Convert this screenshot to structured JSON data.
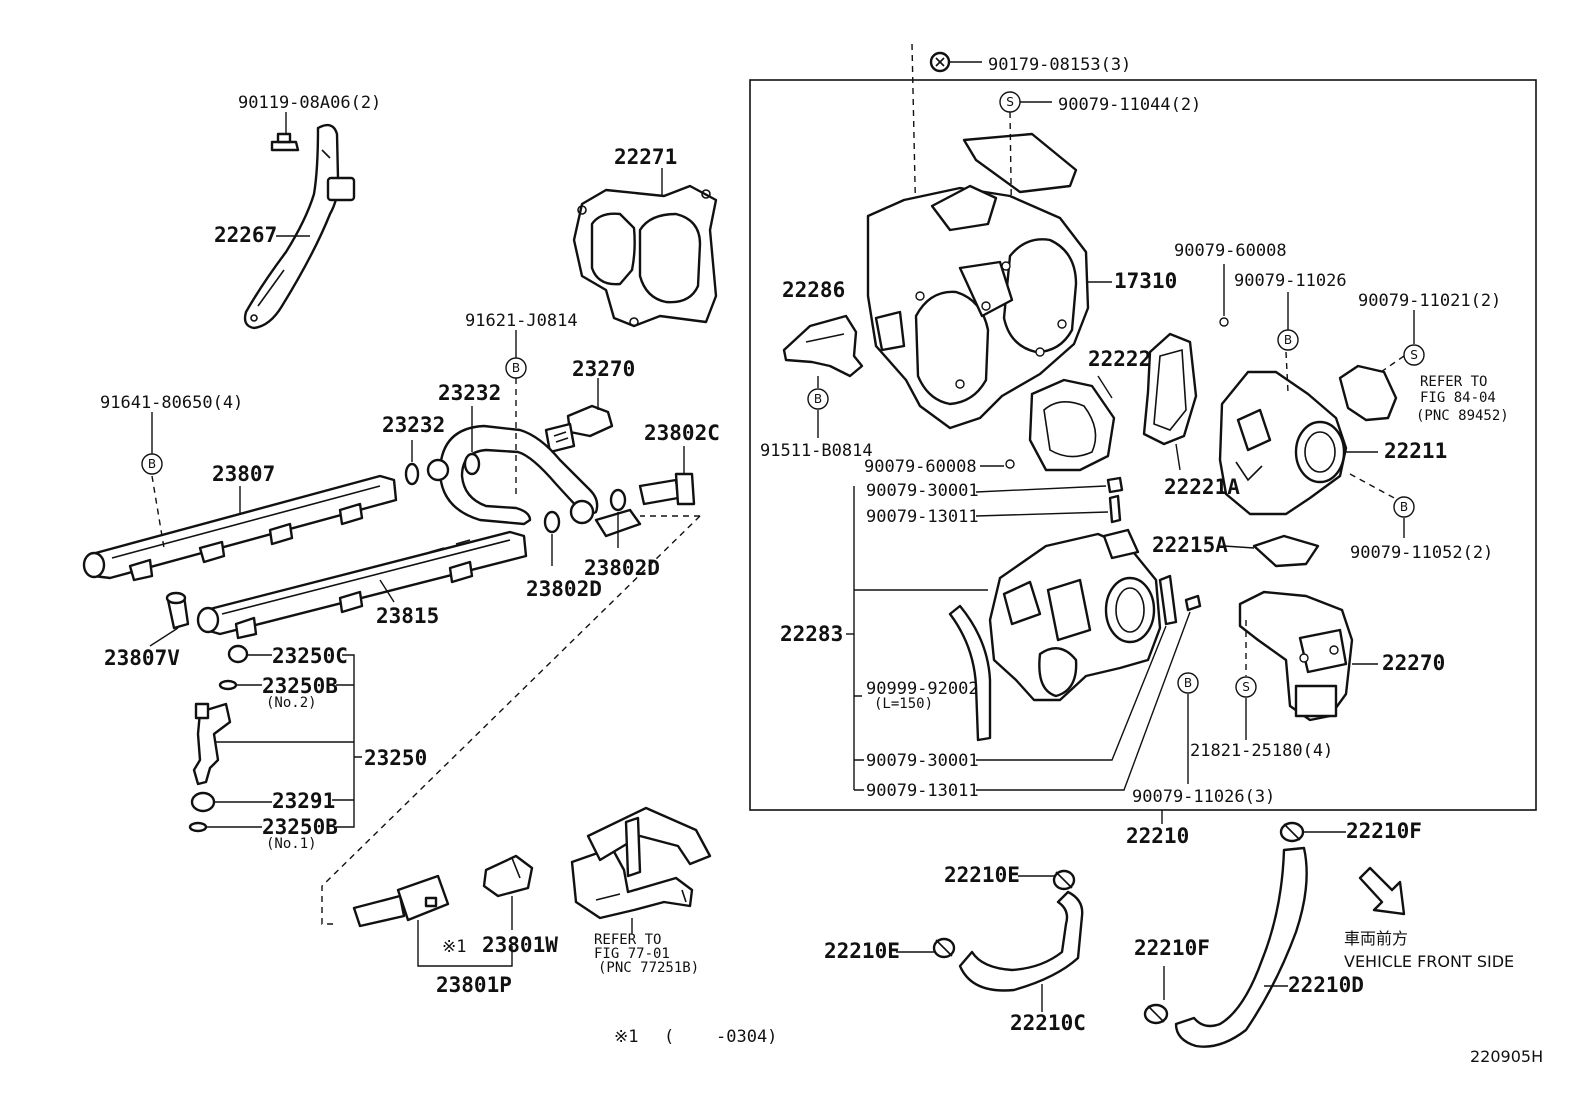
{
  "diagram_id": "220905H",
  "labels": {
    "p22267": "22267",
    "p90119": "90119-08A06(2)",
    "p22271": "22271",
    "p91621": "91621-J0814",
    "p23270": "23270",
    "p91641": "91641-80650(4)",
    "p23232a": "23232",
    "p23232b": "23232",
    "p23802c": "23802C",
    "p23807": "23807",
    "p23802d1": "23802D",
    "p23802d2": "23802D",
    "p23815": "23815",
    "p23807v": "23807V",
    "p23250c": "23250C",
    "p23250b2": "23250B",
    "p23250b2_sub": "(No.2)",
    "p23250": "23250",
    "p23291": "23291",
    "p23250b1": "23250B",
    "p23250b1_sub": "(No.1)",
    "p90179": "90179-08153(3)",
    "p90079_11044": "90079-11044(2)",
    "p17310": "17310",
    "p22286": "22286",
    "p90079_60008a": "90079-60008",
    "p90079_11026a": "90079-11026",
    "p90079_11021": "90079-11021(2)",
    "refer_8404_1": "REFER TO",
    "refer_8404_2": "FIG 84-04",
    "refer_8404_3": "(PNC 89452)",
    "p22222": "22222",
    "p91511": "91511-B0814",
    "p90079_60008b": "90079-60008",
    "p22211": "22211",
    "p22221a": "22221A",
    "p90079_30001a": "90079-30001",
    "p90079_13011a": "90079-13011",
    "p22215a": "22215A",
    "p90079_11052": "90079-11052(2)",
    "p22283": "22283",
    "p22270": "22270",
    "p90999": "90999-92002",
    "p90999_sub": "(L=150)",
    "p21821": "21821-25180(4)",
    "p90079_30001b": "90079-30001",
    "p90079_13011b": "90079-13011",
    "p90079_11026b": "90079-11026(3)",
    "p22210": "22210",
    "p22210f1": "22210F",
    "p22210e1": "22210E",
    "p22210e2": "22210E",
    "p22210f2": "22210F",
    "p22210c": "22210C",
    "p22210d": "22210D",
    "p23801w": "23801W",
    "note_mark": "※1",
    "p23801p": "23801P",
    "refer_7701_1": "REFER TO",
    "refer_7701_2": "FIG 77-01",
    "refer_7701_3": "(PNC 77251B)",
    "front_jp": "車両前方",
    "front_en": "VEHICLE FRONT SIDE",
    "footnote_mark": "※1",
    "footnote_paren": "(",
    "footnote_range": "-0304)"
  },
  "markers": {
    "b": "B",
    "s": "S"
  }
}
